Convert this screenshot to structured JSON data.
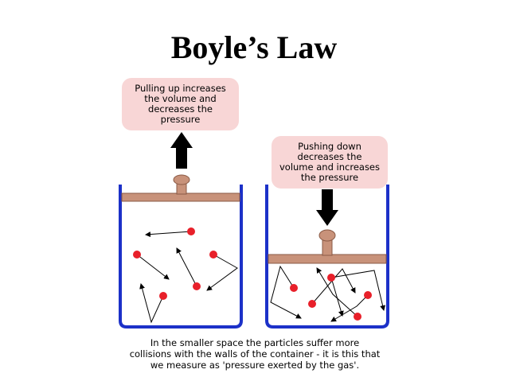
{
  "title": "Boyle’s Law",
  "callouts": {
    "left": "Pulling up increases\nthe volume and\ndecreases the\npressure",
    "right": "Pushing down\ndecreases the\nvolume and increases\nthe pressure"
  },
  "caption": "In the smaller space the particles suffer more\ncollisions with the walls of the container - it is this that\nwe measure as 'pressure exerted by the gas'.",
  "colors": {
    "container": "#1c31c8",
    "piston": "#c8927a",
    "particle": "#e8202a",
    "callout_bg": "#f8d6d6",
    "arrow": "#000000"
  },
  "icons": {
    "up_arrow": "up-arrow-icon",
    "down_arrow": "down-arrow-icon"
  }
}
